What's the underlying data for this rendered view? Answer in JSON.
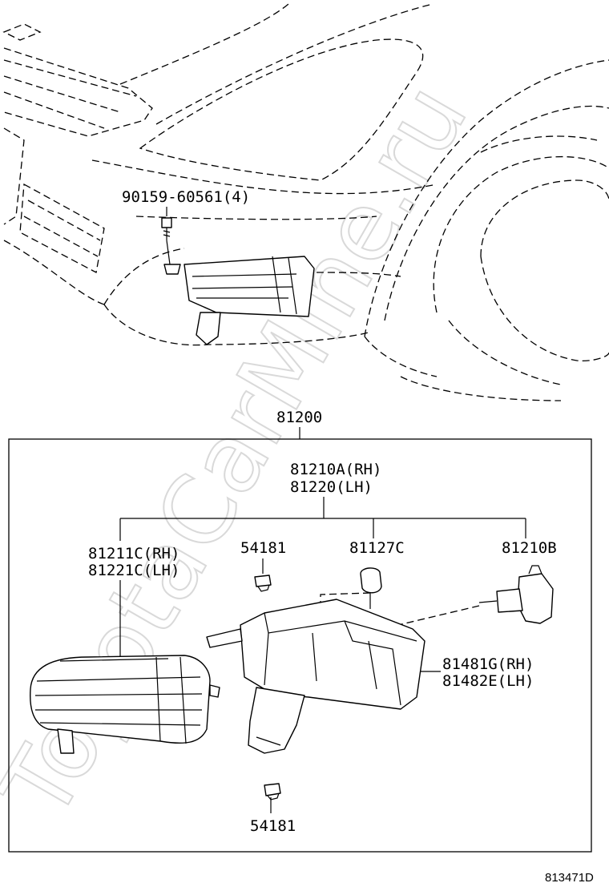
{
  "watermark": "ToyotaCarMine.ru",
  "figure_code": "813471D",
  "labels": {
    "bolt": "90159-60561(4)",
    "assembly": "81200",
    "lamp_unit_rh": "81210A(RH)",
    "lamp_unit_lh": "81220(LH)",
    "lens_rh": "81211C(RH)",
    "lens_lh": "81221C(LH)",
    "nut_top": "54181",
    "socket": "81127C",
    "bulb": "81210B",
    "bracket_rh": "81481G(RH)",
    "bracket_lh": "81482E(LH)",
    "nut_bottom": "54181"
  }
}
